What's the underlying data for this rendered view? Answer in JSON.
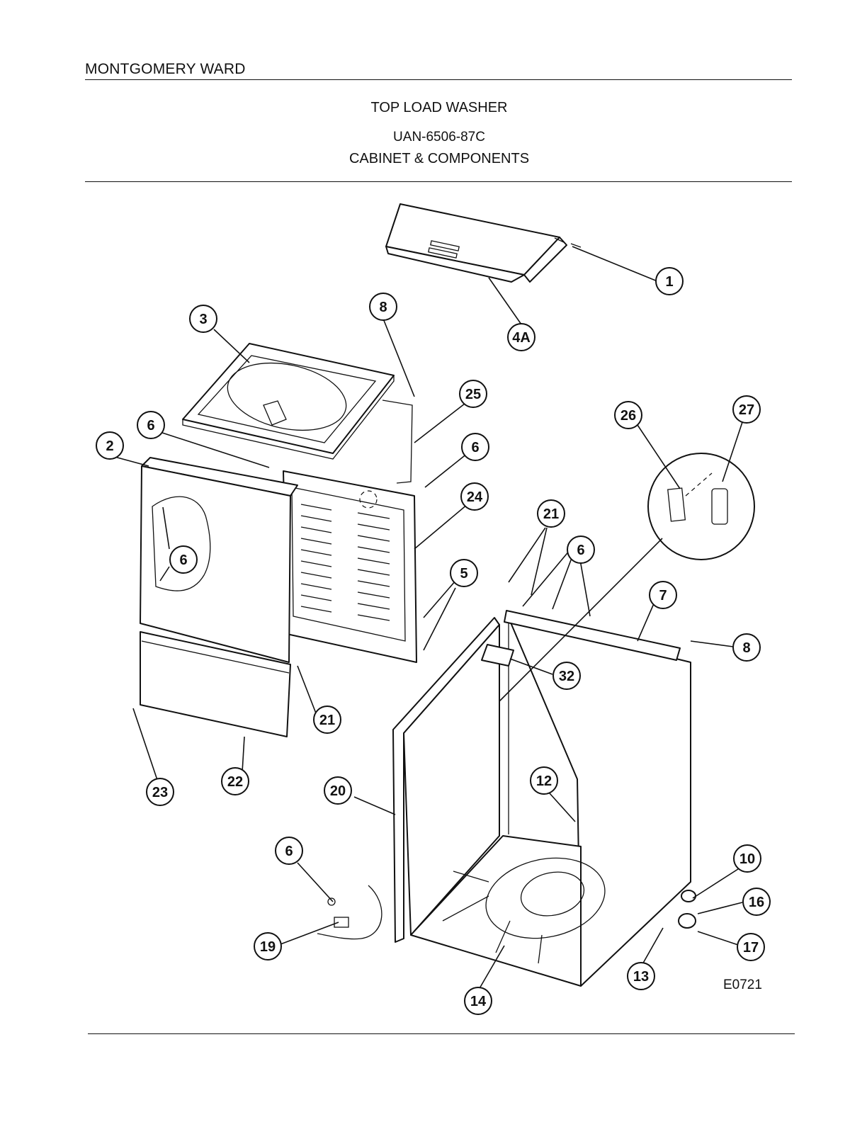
{
  "header": {
    "brand": "MONTGOMERY WARD",
    "product": "TOP LOAD WASHER",
    "model": "UAN-6506-87C",
    "section": "CABINET & COMPONENTS"
  },
  "figure_id": "E0721",
  "callouts": {
    "c1": "1",
    "c4a": "4A",
    "c3": "3",
    "c8a": "8",
    "c25": "25",
    "c6a": "6",
    "c6b": "6",
    "c2": "2",
    "c24": "24",
    "c6c": "6",
    "c26": "26",
    "c27": "27",
    "c21a": "21",
    "c6d": "6",
    "c5": "5",
    "c7": "7",
    "c8b": "8",
    "c32": "32",
    "c21b": "21",
    "c22": "22",
    "c23": "23",
    "c20": "20",
    "c12": "12",
    "c6e": "6",
    "c10": "10",
    "c16": "16",
    "c19": "19",
    "c17": "17",
    "c13": "13",
    "c14": "14"
  }
}
